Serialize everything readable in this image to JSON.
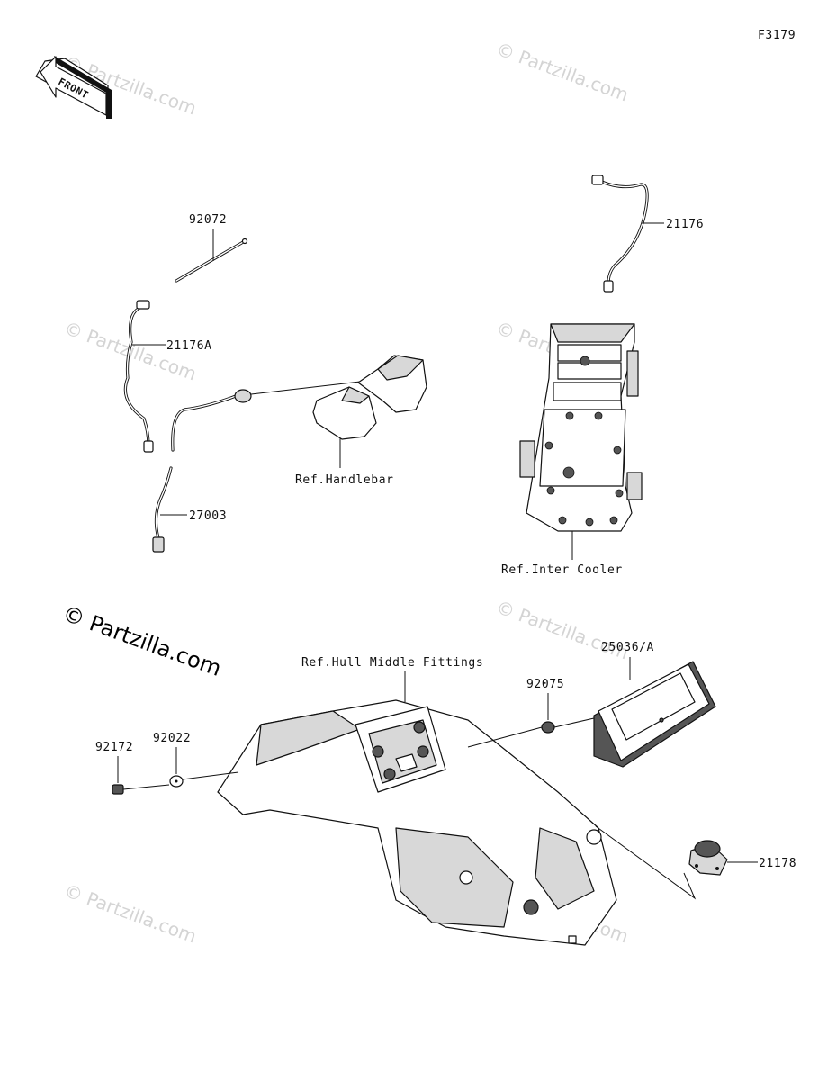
{
  "figure_id": "F3179",
  "front_arrow": {
    "text": "FRONT",
    "icon": "front-direction-arrow-icon"
  },
  "watermark": {
    "main": "© Partzilla.com",
    "faint": "© Partzilla.com"
  },
  "part_labels": {
    "p92072": "92072",
    "p21176A": "21176A",
    "p27003": "27003",
    "p21176": "21176",
    "p25036A": "25036/A",
    "p92075": "92075",
    "p92172": "92172",
    "p92022": "92022",
    "p21178": "21178"
  },
  "ref_labels": {
    "handlebar": "Ref.Handlebar",
    "inter_cooler": "Ref.Inter Cooler",
    "hull_middle": "Ref.Hull Middle Fittings"
  },
  "colors": {
    "line": "#111111",
    "watermark": "#d4d4d4",
    "background": "#ffffff"
  }
}
